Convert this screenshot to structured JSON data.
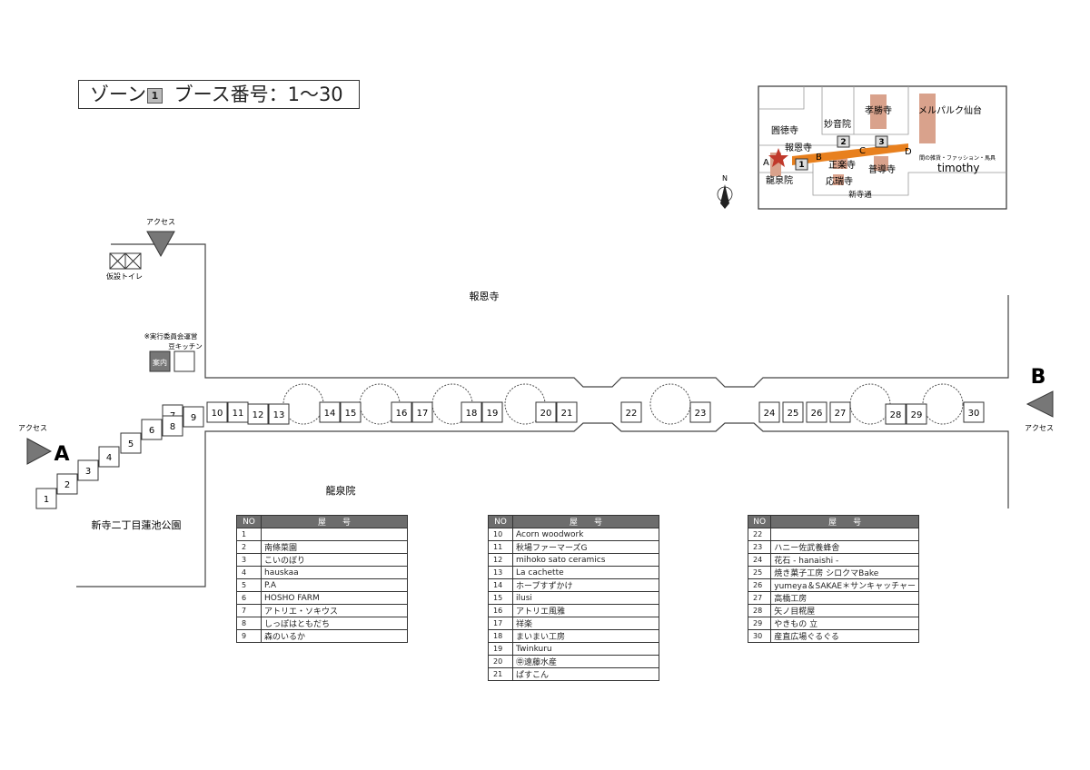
{
  "zone_title": "ゾーン",
  "zone_number": "1",
  "booth_range": "ブース番号：1〜30",
  "labels": {
    "houonji": "報恩寺",
    "ryusenin": "龍泉院",
    "park": "新寺二丁目蓮池公園",
    "access": "アクセス",
    "toilet": "仮設トイレ",
    "committee_1": "※実行委員会運営",
    "committee_2": "豆キッチン",
    "info": "案内",
    "A": "A",
    "B": "B"
  },
  "booths": [
    "1",
    "2",
    "3",
    "4",
    "5",
    "6",
    "7",
    "8",
    "9",
    "10",
    "11",
    "12",
    "13",
    "14",
    "15",
    "16",
    "17",
    "18",
    "19",
    "20",
    "21",
    "22",
    "23",
    "24",
    "25",
    "26",
    "27",
    "28",
    "29",
    "30"
  ],
  "inset": {
    "temples": [
      "圓徳寺",
      "妙音院",
      "孝勝寺",
      "メルパルク仙台",
      "報恩寺",
      "正楽寺",
      "普導寺",
      "龍泉院",
      "応瑞寺"
    ],
    "road": "新寺通",
    "shop_note": "間の雑貨・ファッション・馬具",
    "shop_name": "timothy",
    "points": [
      "A",
      "B",
      "C",
      "D"
    ],
    "zones": [
      "1",
      "2",
      "3"
    ],
    "north": "N"
  },
  "table_header": {
    "no": "NO",
    "name": "屋　　号"
  },
  "tables": [
    [
      {
        "no": "1",
        "name": ""
      },
      {
        "no": "2",
        "name": "南條菜園"
      },
      {
        "no": "3",
        "name": "こいのぼり"
      },
      {
        "no": "4",
        "name": "hauskaa"
      },
      {
        "no": "5",
        "name": "P.A"
      },
      {
        "no": "6",
        "name": "HOSHO FARM"
      },
      {
        "no": "7",
        "name": "アトリエ・ソキウス"
      },
      {
        "no": "8",
        "name": "しっぽはともだち"
      },
      {
        "no": "9",
        "name": "森のいるか"
      }
    ],
    [
      {
        "no": "10",
        "name": "Acorn woodwork"
      },
      {
        "no": "11",
        "name": "秋場ファーマーズG"
      },
      {
        "no": "12",
        "name": "mihoko sato ceramics"
      },
      {
        "no": "13",
        "name": "La cachette"
      },
      {
        "no": "14",
        "name": "ホープすずかけ"
      },
      {
        "no": "15",
        "name": "ilusi"
      },
      {
        "no": "16",
        "name": "アトリエ風雅"
      },
      {
        "no": "17",
        "name": "祥楽"
      },
      {
        "no": "18",
        "name": "まいまい工房"
      },
      {
        "no": "19",
        "name": "Twinkuru"
      },
      {
        "no": "20",
        "name": "㊥遠藤水産"
      },
      {
        "no": "21",
        "name": "ぱすこん"
      }
    ],
    [
      {
        "no": "22",
        "name": ""
      },
      {
        "no": "23",
        "name": "ハニー佐武養蜂舎"
      },
      {
        "no": "24",
        "name": "花石 - hanaishi -"
      },
      {
        "no": "25",
        "name": "焼き菓子工房 シロクマBake"
      },
      {
        "no": "26",
        "name": "yumeya＆SAKAE＊サンキャッチャー"
      },
      {
        "no": "27",
        "name": "高橋工房"
      },
      {
        "no": "28",
        "name": "矢ノ目糀屋"
      },
      {
        "no": "29",
        "name": "やきもの 立"
      },
      {
        "no": "30",
        "name": "産直広場ぐるぐる"
      }
    ]
  ],
  "colors": {
    "temple_fill": "#d9a28c",
    "route": "#e8801e",
    "star": "#c0392b",
    "marker": "#777777"
  }
}
